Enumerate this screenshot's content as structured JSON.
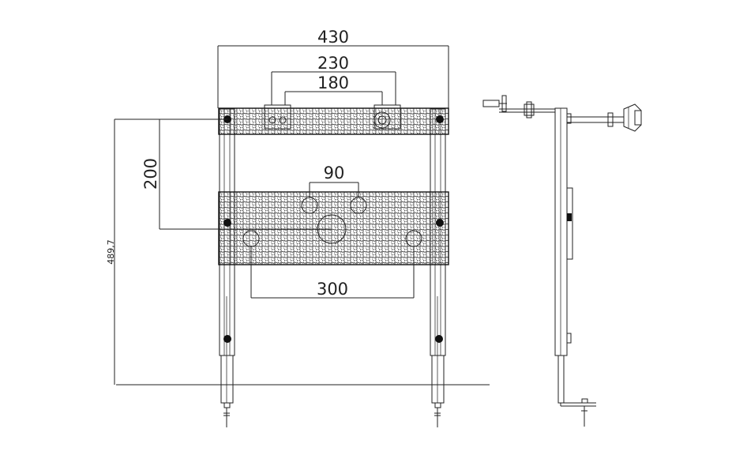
{
  "drawing": {
    "dimensions": {
      "overall_width": "430",
      "outer_connection_spacing": "230",
      "inner_connection_spacing": "180",
      "bolt_spacing": "90",
      "lower_hole_spacing": "300",
      "bracket_height": "200",
      "overall_height": "489,7"
    },
    "colors": {
      "line": "#222222",
      "perforation": "#333333",
      "background": "#ffffff"
    }
  }
}
